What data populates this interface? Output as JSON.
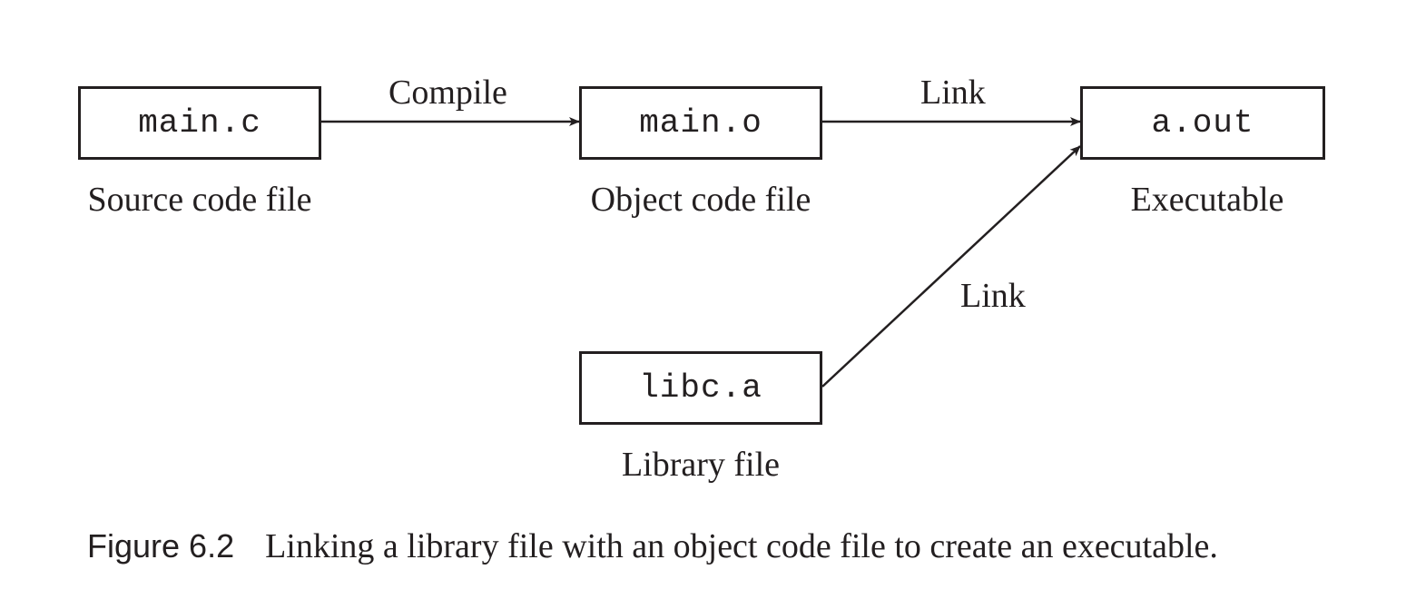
{
  "colors": {
    "ink": "#231f20",
    "background": "#ffffff"
  },
  "nodes": {
    "source": {
      "label": "main.c",
      "caption": "Source code file"
    },
    "object": {
      "label": "main.o",
      "caption": "Object code file"
    },
    "executable": {
      "label": "a.out",
      "caption": "Executable"
    },
    "library": {
      "label": "libc.a",
      "caption": "Library file"
    }
  },
  "edges": [
    {
      "from": "source",
      "to": "object",
      "label": "Compile"
    },
    {
      "from": "object",
      "to": "executable",
      "label": "Link"
    },
    {
      "from": "library",
      "to": "executable",
      "label": "Link"
    }
  ],
  "figure": {
    "number": "Figure 6.2",
    "caption": "Linking a library file with an object code file to create an executable."
  }
}
